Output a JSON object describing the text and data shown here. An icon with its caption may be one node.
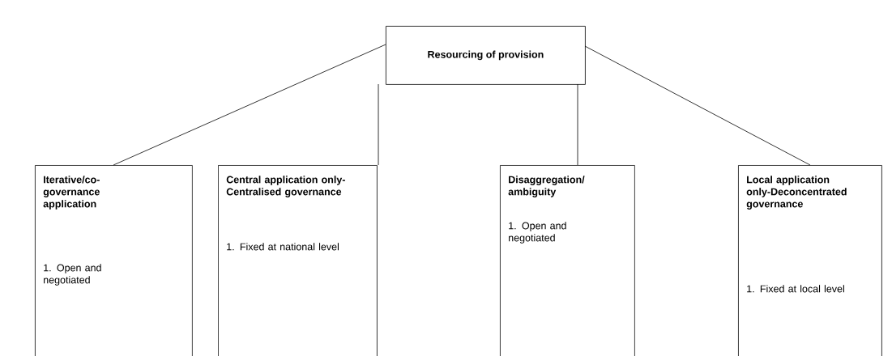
{
  "diagram": {
    "nodes": [
      {
        "text": [
          "Resourcing of provision"
        ]
      },
      {
        "text": [
          "Iterative/co-governance application",
          "1. Open and negotiated"
        ]
      },
      {
        "text": [
          "Central application only-Centralised governance",
          "1. Fixed at national level"
        ]
      },
      {
        "text": [
          "Disaggregation/ ambiguity",
          "1. Open and negotiated"
        ]
      },
      {
        "text": [
          "Local application only-Deconcentrated governance",
          "1. Fixed at local level"
        ]
      }
    ],
    "edges": [
      {
        "from": 0,
        "to": 1,
        "arrow": "none"
      },
      {
        "from": 0,
        "to": 2,
        "arrow": "none"
      },
      {
        "from": 0,
        "to": 3,
        "arrow": "none"
      },
      {
        "from": 0,
        "to": 4,
        "arrow": "none"
      }
    ]
  }
}
